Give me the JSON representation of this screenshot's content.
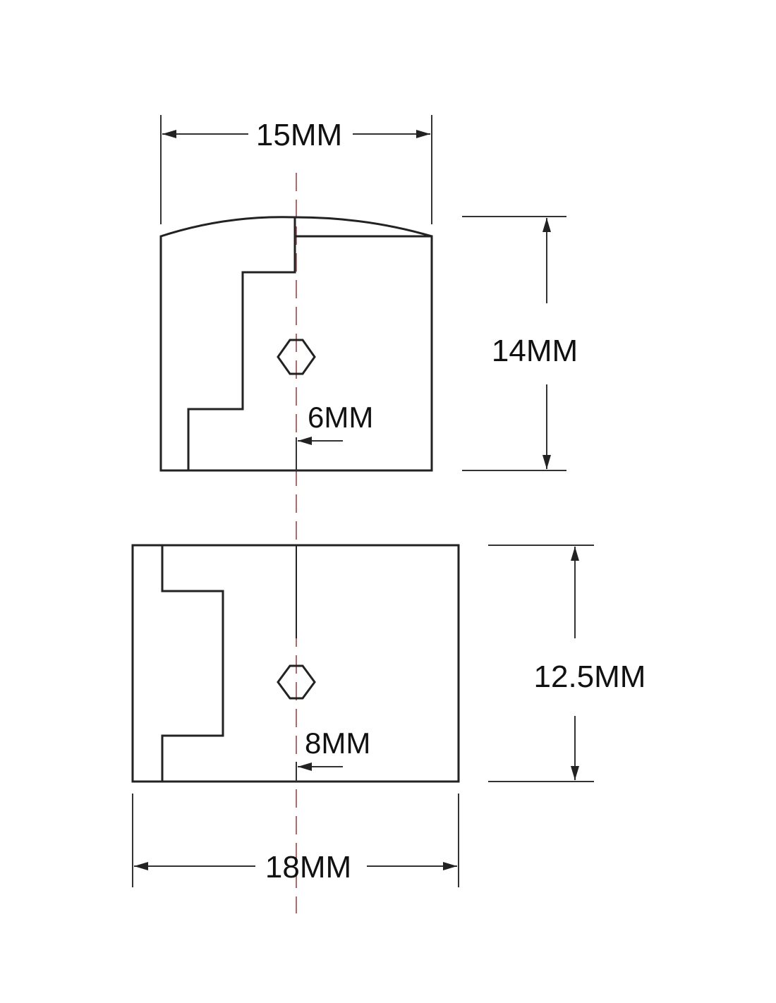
{
  "top_view": {
    "width_label": "15MM",
    "height_label": "14MM",
    "shaft_label": "6MM"
  },
  "bottom_view": {
    "width_label": "18MM",
    "height_label": "12.5MM",
    "shaft_label": "8MM"
  },
  "colors": {
    "line": "#222222",
    "centerline": "#b26a6a"
  }
}
